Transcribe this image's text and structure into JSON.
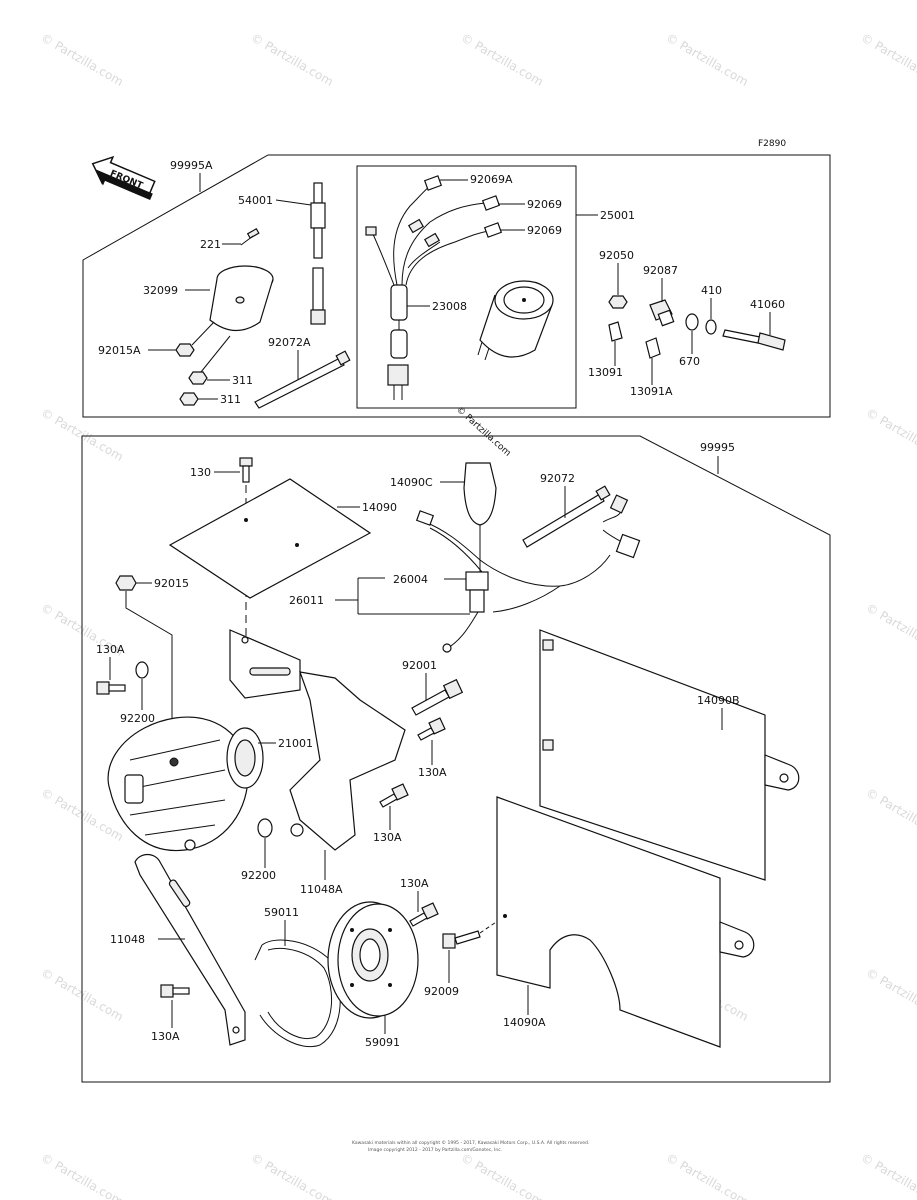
{
  "diagram_code": "F2890",
  "front_badge": "FRONT",
  "center_watermark": "© Partzilla.com",
  "background_watermark": "© Partzilla.com",
  "footer_line1": "Kawasaki materials within all copyright © 1995 - 2017, Kawasaki Motors Corp., U.S.A. All rights reserved.",
  "footer_line2": "Image copyright 2012 - 2017 by Partzilla.com/Ganotec, Inc.",
  "group_labels": {
    "top_kit": "99995A",
    "harness_kit": "25001",
    "bottom_kit": "99995"
  },
  "top_parts": {
    "p54001": "54001",
    "p221": "221",
    "p32099": "32099",
    "p92015A": "92015A",
    "p311a": "311",
    "p311b": "311",
    "p92072A": "92072A",
    "p92069A": "92069A",
    "p92069a": "92069",
    "p92069b": "92069",
    "p23008": "23008",
    "p92050": "92050",
    "p92087": "92087",
    "p410": "410",
    "p41060": "41060",
    "p13091": "13091",
    "p670": "670",
    "p13091A": "13091A"
  },
  "bottom_parts": {
    "p130": "130",
    "p14090C": "14090C",
    "p92072": "92072",
    "p14090": "14090",
    "p92015": "92015",
    "p26004": "26004",
    "p26011": "26011",
    "p130A_1": "130A",
    "p92001": "92001",
    "p92200_1": "92200",
    "p14090B": "14090B",
    "p21001": "21001",
    "p130A_2": "130A",
    "p130A_3": "130A",
    "p92200_2": "92200",
    "p11048A": "11048A",
    "p130A_4": "130A",
    "p59011": "59011",
    "p11048": "11048",
    "p92009": "92009",
    "p14090A": "14090A",
    "p130A_5": "130A",
    "p59091": "59091"
  }
}
